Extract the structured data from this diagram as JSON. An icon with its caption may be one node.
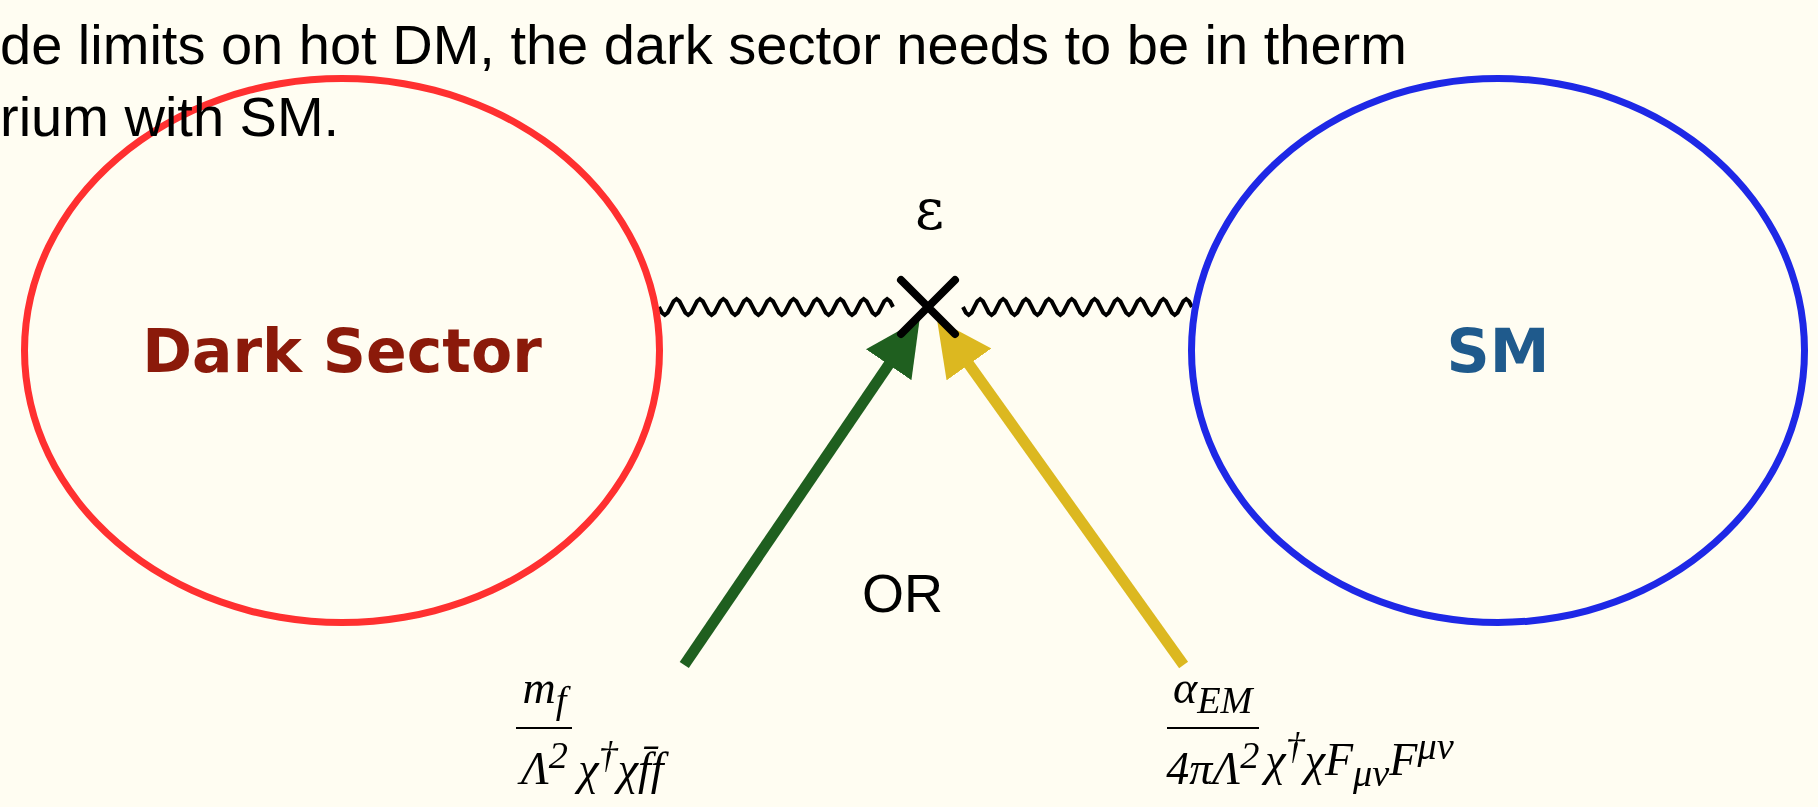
{
  "diagram": {
    "nodes": [
      {
        "text": [
          "Dark Sector"
        ]
      },
      {
        "text": [],
        "shape": "cross",
        "beside": [
          "ε"
        ]
      },
      {
        "text": [
          "SM"
        ]
      },
      {
        "text": [
          "m$_{f}$",
          "Λ$^{2}$",
          "χ$^{†}$χf̄f"
        ]
      },
      {
        "text": [
          "α$_{EM}$",
          "4πΛ$^{2}$",
          "χ$^{†}$χF$_{μν}$F$^{μν}$"
        ]
      }
    ],
    "edges": [
      {
        "from": 0,
        "to": 1,
        "arrow": "none"
      },
      {
        "from": 1,
        "to": 2,
        "arrow": "none"
      },
      {
        "from": 3,
        "to": 1,
        "arrow": "to",
        "style": "thick",
        "color": "#1f5f1f"
      },
      {
        "from": 4,
        "to": 1,
        "arrow": "to",
        "style": "thick",
        "color": "#dcb820"
      }
    ],
    "labels": [
      "de limits on hot DM, the dark sector needs to be in therm",
      "rium with SM.",
      "OR"
    ]
  }
}
